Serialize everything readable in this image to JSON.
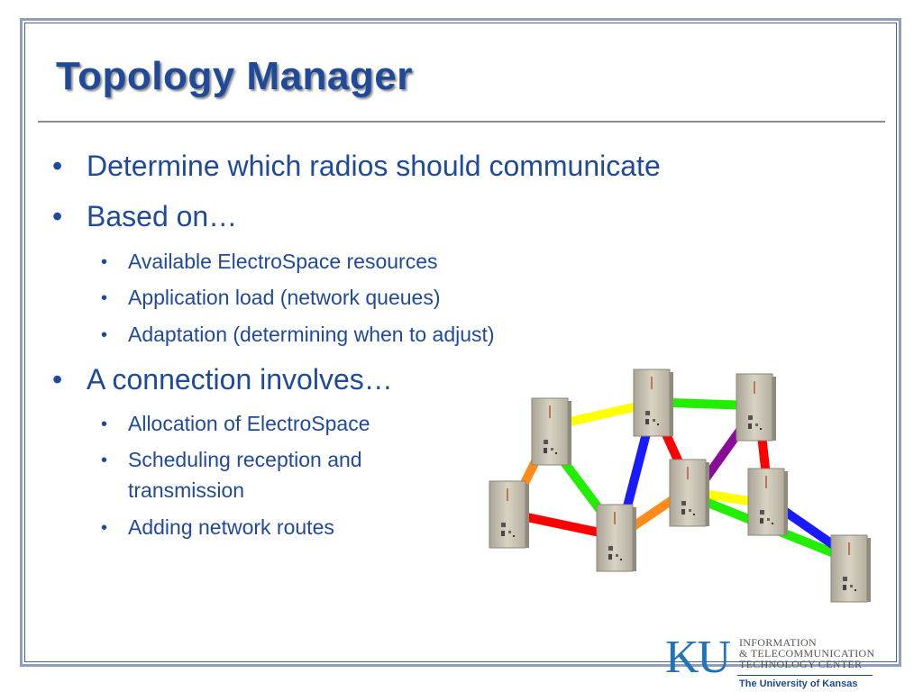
{
  "slide": {
    "title": "Topology Manager",
    "bullets": [
      "Determine which radios should communicate",
      "Based on…",
      "A connection involves…"
    ],
    "based_on": [
      "Available ElectroSpace resources",
      "Application load (network queues)",
      "Adaptation (determining when to adjust)"
    ],
    "connection": [
      "Allocation of ElectroSpace",
      "Scheduling reception and transmission",
      "Adding network routes"
    ],
    "bullet_symbol": "•"
  },
  "figure": {
    "node_icon": "radio-unit-icon",
    "link_colors": {
      "yellow": "#ffff00",
      "green": "#22ee00",
      "orange": "#ff8c1a",
      "red": "#ff0000",
      "blue": "#1a1aff",
      "purple": "#8a0a9a"
    }
  },
  "logo": {
    "mark": "KU",
    "lines": [
      "INFORMATION",
      "& TELECOMMUNICATION",
      "TECHNOLOGY CENTER"
    ],
    "university": "The University of Kansas",
    "color": "#1f73b8"
  }
}
